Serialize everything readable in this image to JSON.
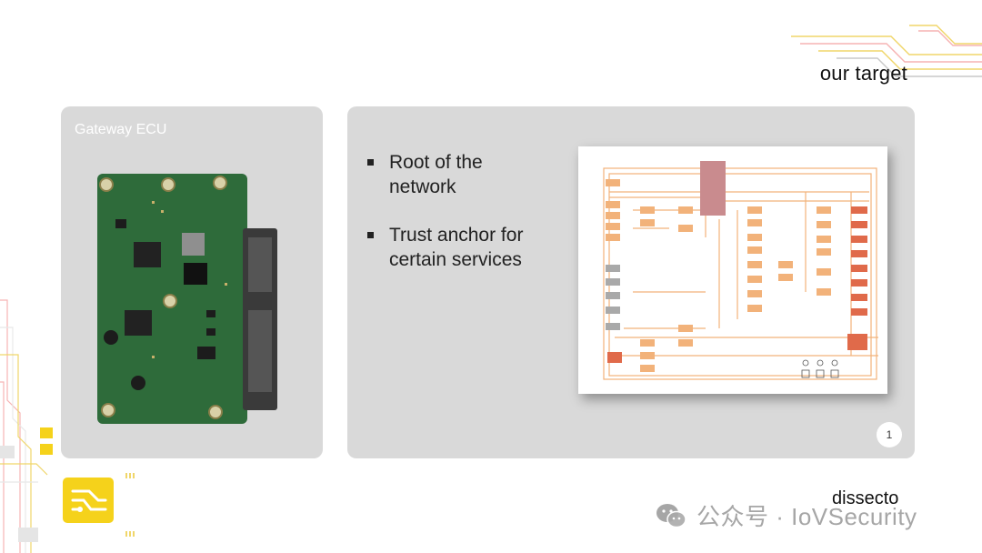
{
  "slide": {
    "title": "our target",
    "brand": "dissecto",
    "page_number": "1"
  },
  "left_panel": {
    "caption": "Gateway ECU"
  },
  "right_panel": {
    "bullets": [
      "Root of the network",
      "Trust anchor for certain services"
    ]
  },
  "watermark": {
    "text": "公众号 · IoVSecurity",
    "icon": "wechat-icon"
  },
  "colors": {
    "panel_bg": "#d9d9d9",
    "accent_yellow": "#f5d21b",
    "diagram_orange": "#f2b27a",
    "diagram_red": "#e06a4a",
    "diagram_mauve": "#c98b8e"
  }
}
